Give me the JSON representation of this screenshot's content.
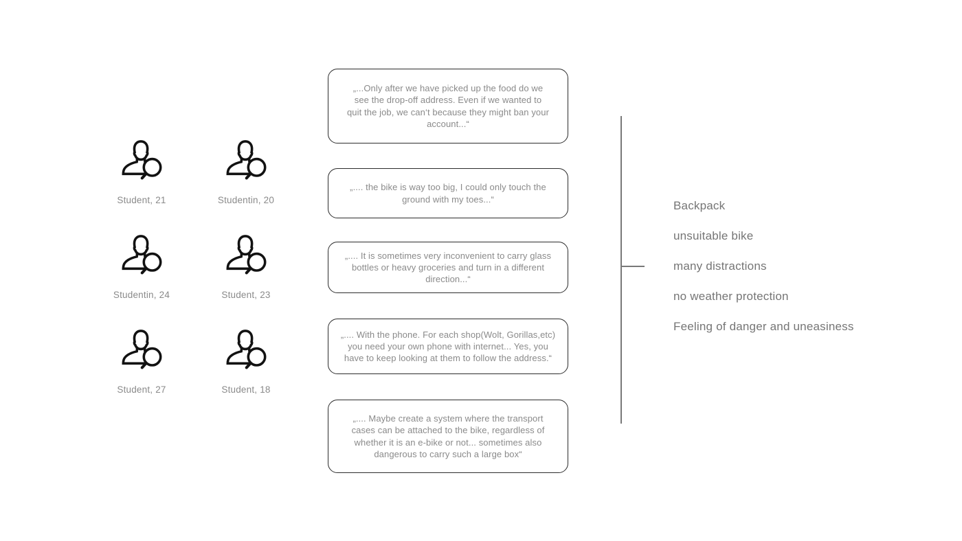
{
  "personas": [
    {
      "label": "Student, 21"
    },
    {
      "label": "Studentin, 20"
    },
    {
      "label": "Studentin, 24"
    },
    {
      "label": "Student, 23"
    },
    {
      "label": "Student, 27"
    },
    {
      "label": "Student, 18"
    }
  ],
  "quotes": [
    {
      "text": "„...Only after we have picked up the food do we\nsee the drop-off address. Even if we wanted to\nquit the job, we can‘t because they might ban your\naccount...“"
    },
    {
      "text": "„.... the bike is way too big, I could only touch the\nground with my toes...“"
    },
    {
      "text": "„.... It is sometimes very inconvenient to carry glass\nbottles or heavy groceries and turn in a different\ndirection...“"
    },
    {
      "text": "„.... With the phone. For each shop(Wolt, Gorillas,etc)\nyou need your own phone with internet... Yes, you\nhave to keep looking at them to follow the address.“"
    },
    {
      "text": "„.... Maybe create a system where the transport\ncases can be attached to the bike, regardless of\nwhether it is an e-bike or not... sometimes also\ndangerous to carry such a large box“"
    }
  ],
  "findings": [
    {
      "label": "Backpack"
    },
    {
      "label": "unsuitable bike"
    },
    {
      "label": "many distractions"
    },
    {
      "label": "no weather protection"
    },
    {
      "label": "Feeling of danger and uneasiness"
    }
  ],
  "icons": {
    "persona_icon": "user-search-icon"
  },
  "colors": {
    "quote_text": "#8a8a8a",
    "bubble_border": "#2b2b2b",
    "finding_text": "#757575",
    "persona_label_text": "#8a8a8a",
    "icon_stroke": "#121212",
    "bracket_line": "#787878",
    "background": "#ffffff"
  }
}
